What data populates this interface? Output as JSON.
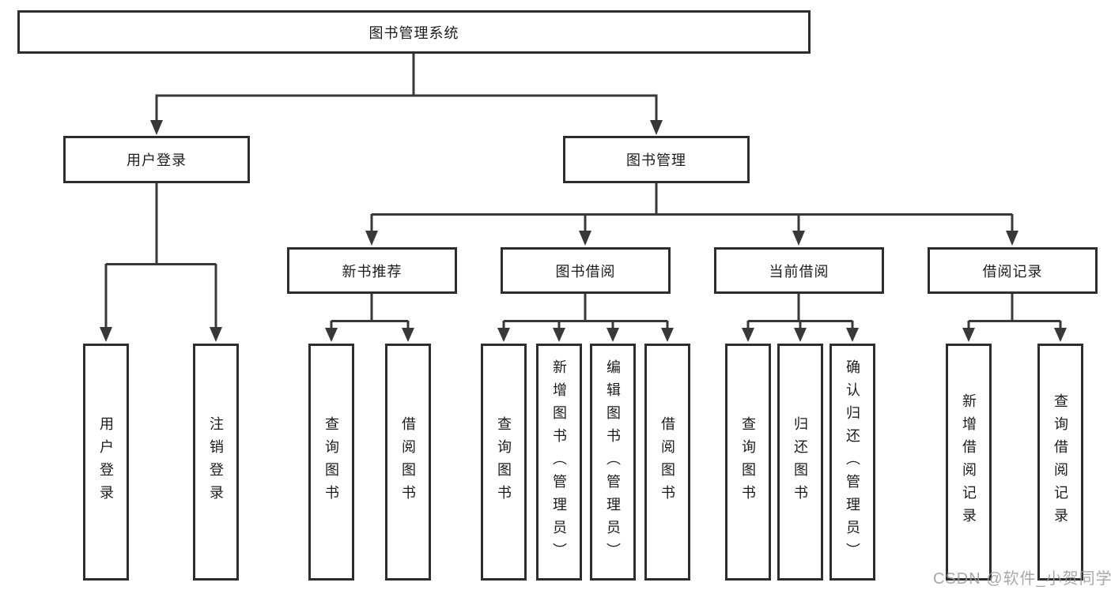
{
  "diagram": {
    "root": {
      "label": "图书管理系统"
    },
    "level2": [
      {
        "label": "用户登录"
      },
      {
        "label": "图书管理"
      }
    ],
    "level3": [
      {
        "label": "新书推荐"
      },
      {
        "label": "图书借阅"
      },
      {
        "label": "当前借阅"
      },
      {
        "label": "借阅记录"
      }
    ],
    "leaves": {
      "user_login": [
        {
          "label": "用户登录"
        },
        {
          "label": "注销登录"
        }
      ],
      "new_books": [
        {
          "label": "查询图书"
        },
        {
          "label": "借阅图书"
        }
      ],
      "book_borrow": [
        {
          "label": "查询图书"
        },
        {
          "label": "新增图书（管理员）"
        },
        {
          "label": "编辑图书（管理员）"
        },
        {
          "label": "借阅图书"
        }
      ],
      "current_borrow": [
        {
          "label": "查询图书"
        },
        {
          "label": "归还图书"
        },
        {
          "label": "确认归还（管理员）"
        }
      ],
      "borrow_records": [
        {
          "label": "新增借阅记录"
        },
        {
          "label": "查询借阅记录"
        }
      ]
    },
    "watermark": "CSDN @软件_小贺同学",
    "colors": {
      "line": "#383838",
      "border": "#2e2e2e",
      "text": "#1c1c1c",
      "watermark": "#9a9a9a",
      "background": "#ffffff"
    }
  }
}
